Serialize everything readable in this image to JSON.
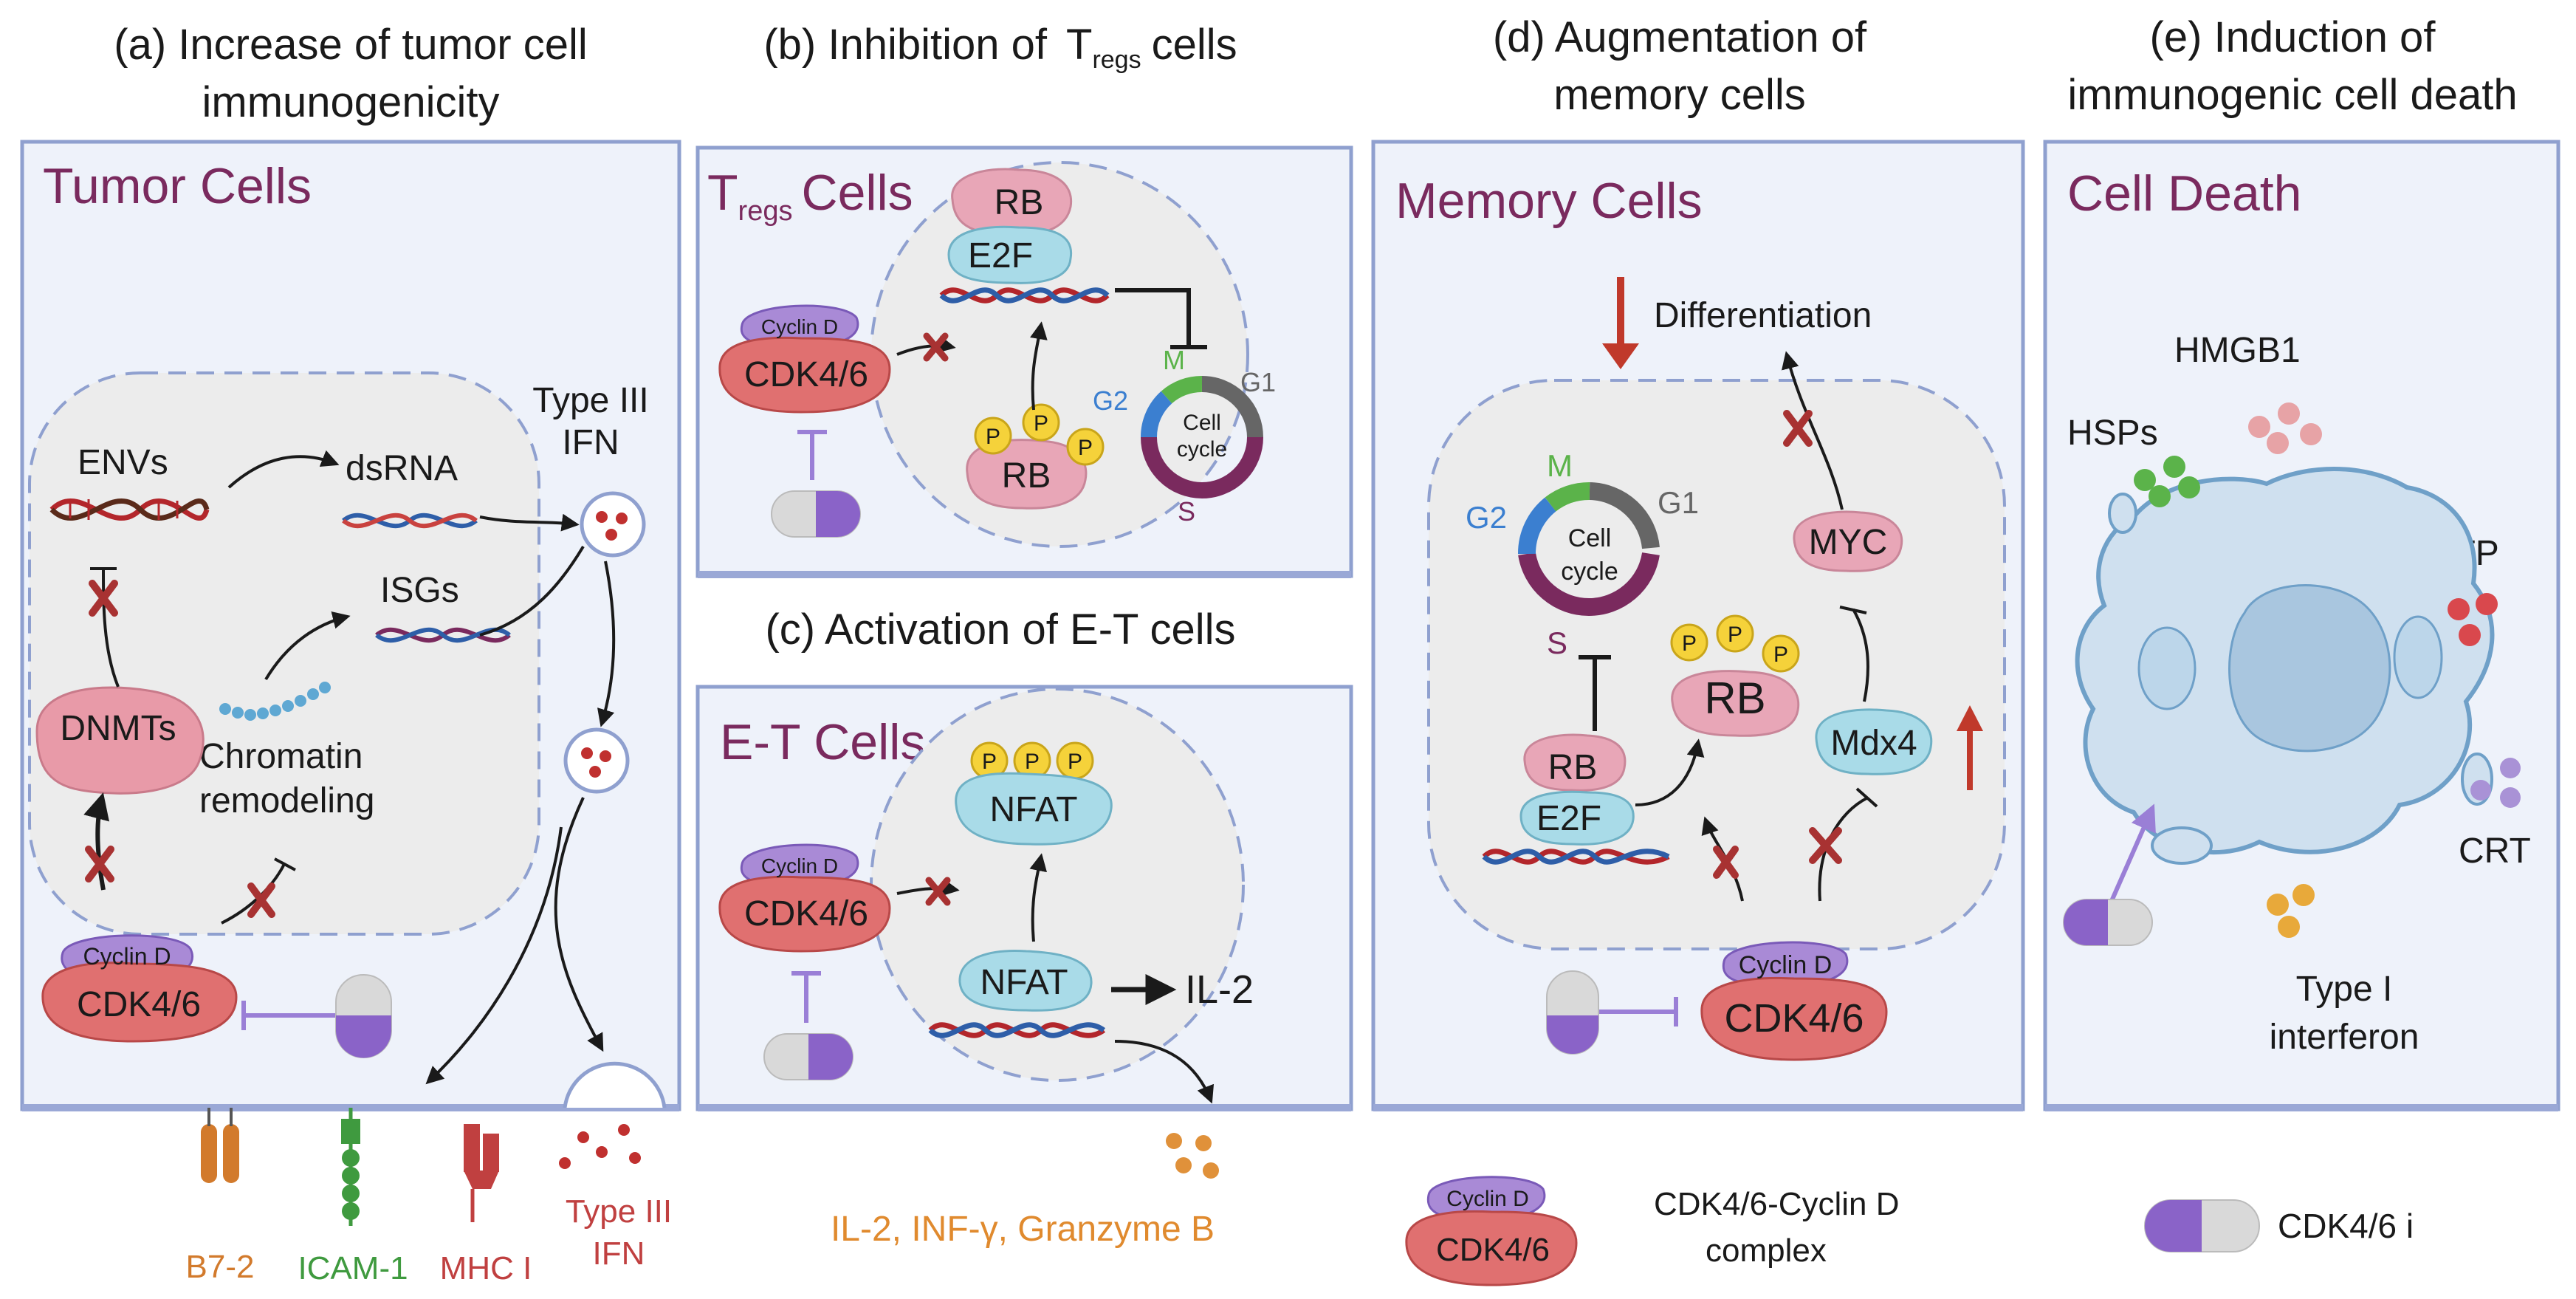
{
  "panels": {
    "a": {
      "heading_line1": "(a) Increase of tumor cell",
      "heading_line2": "immunogenicity",
      "title": "Tumor Cells",
      "envs": "ENVs",
      "dsrna": "dsRNA",
      "isgs": "ISGs",
      "dnmts": "DNMTs",
      "chromatin_line1": "Chromatin",
      "chromatin_line2": "remodeling",
      "ifn_line1": "Type III",
      "ifn_line2": "IFN",
      "cyclin": "Cyclin D",
      "cdk": "CDK4/6"
    },
    "b": {
      "heading_prefix": "(b) Inhibition of",
      "heading_t": "T",
      "heading_sub": "regs",
      "heading_suffix": "cells",
      "title_t": "T",
      "title_sub": "regs",
      "title_suffix": "Cells",
      "rb": "RB",
      "e2f": "E2F",
      "p": "P",
      "cyclin": "Cyclin D",
      "cdk": "CDK4/6",
      "cycle_line1": "Cell",
      "cycle_line2": "cycle",
      "m": "M",
      "g1": "G1",
      "g2": "G2",
      "s": "S"
    },
    "c": {
      "heading": "(c) Activation of E-T cells",
      "title": "E-T Cells",
      "nfat": "NFAT",
      "p": "P",
      "il2": "IL-2",
      "cyclin": "Cyclin D",
      "cdk": "CDK4/6"
    },
    "d": {
      "heading_line1": "(d) Augmentation of",
      "heading_line2": "memory cells",
      "title": "Memory Cells",
      "differentiation": "Differentiation",
      "myc": "MYC",
      "mdx4": "Mdx4",
      "rb": "RB",
      "e2f": "E2F",
      "p": "P",
      "cycle_line1": "Cell",
      "cycle_line2": "cycle",
      "m": "M",
      "g1": "G1",
      "g2": "G2",
      "s": "S",
      "cyclin": "Cyclin D",
      "cdk": "CDK4/6"
    },
    "e": {
      "heading_line1": "(e) Induction of",
      "heading_line2": "immunogenic cell death",
      "title": "Cell Death",
      "hmgb1": "HMGB1",
      "hsps": "HSPs",
      "atp": "ATP",
      "crt": "CRT",
      "type1_line1": "Type I",
      "type1_line2": "interferon"
    }
  },
  "bottom": {
    "b72": "B7-2",
    "icam1": "ICAM-1",
    "mhc1": "MHC I",
    "ifn_line1": "Type III",
    "ifn_line2": "IFN",
    "cytokines": "IL-2, INF-γ, Granzyme B"
  },
  "legend": {
    "cyclin": "Cyclin D",
    "cdk": "CDK4/6",
    "complex_line1": "CDK4/6-Cyclin D",
    "complex_line2": "complex",
    "inhibitor": "CDK4/6 i"
  },
  "colors": {
    "panel_fill": "#eef2fa",
    "panel_border": "#8fa0cf",
    "cell_fill": "#ececec",
    "title": "#7a2a5e",
    "inhibit_red": "#a83232",
    "drug_purple": "#8a63c8",
    "b72": "#d27a2c",
    "icam": "#3f9a3f",
    "mhc": "#c04040",
    "cytokine": "#e08a2e"
  }
}
